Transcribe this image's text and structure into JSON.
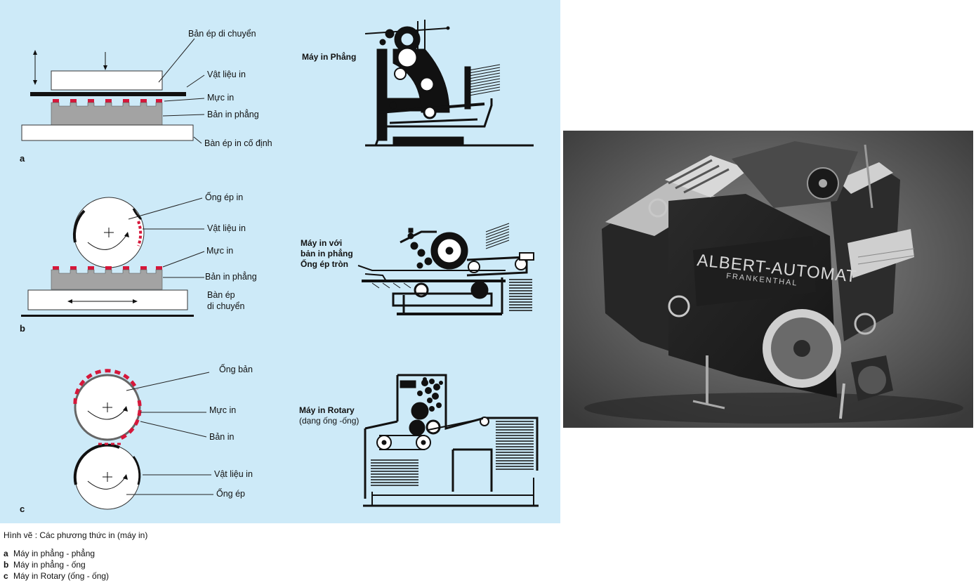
{
  "panels": {
    "a": {
      "letter": "a",
      "labels": {
        "moving_platen": "Bản ép di chuyển",
        "print_material": "Vật liệu in",
        "ink": "Mực in",
        "flat_plate": "Bản in phẳng",
        "fixed_platen": "Bàn ép in cố định"
      },
      "machine_title": "Máy in Phẳng"
    },
    "b": {
      "letter": "b",
      "labels": {
        "impression_cylinder": "Ống ép in",
        "print_material": "Vật liệu in",
        "ink": "Mực in",
        "flat_plate": "Bản in phẳng",
        "moving_bed_line1": "Bàn ép",
        "moving_bed_line2": "di chuyển"
      },
      "machine_title_lines": [
        "Máy in với",
        "bản in phẳng",
        "Ống ép tròn"
      ]
    },
    "c": {
      "letter": "c",
      "labels": {
        "plate_cylinder": "Ống bản",
        "ink": "Mực in",
        "plate": "Bản in",
        "print_material": "Vật liệu in",
        "impression_cylinder": "Ống ép"
      },
      "machine_title": "Máy in Rotary",
      "machine_subtitle": "(dạng ống -ống)"
    }
  },
  "photo": {
    "brand": "ALBERT-AUTOMAT",
    "maker": "FRANKENTHAL"
  },
  "caption": "Hình vẽ : Các phương thức in (máy in)",
  "legend": [
    {
      "key": "a",
      "text": "Máy in phẳng - phẳng"
    },
    {
      "key": "b",
      "text": "Máy in phẳng - ống"
    },
    {
      "key": "c",
      "text": "Máy in Rotary (ống - ống)"
    }
  ],
  "colors": {
    "panel_bg": "#cdeaf8",
    "ink_red": "#d6173a",
    "plate_gray": "#a3a3a3",
    "photo_bg": "#5a5a5a"
  }
}
